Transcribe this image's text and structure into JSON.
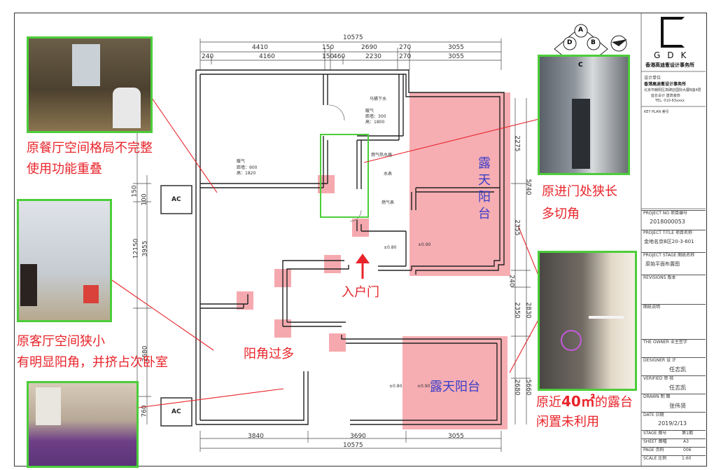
{
  "annotations": {
    "dining": [
      "原餐厅空间格局不完整",
      "使用功能重叠"
    ],
    "living": [
      "原客厅空间狭小",
      "有明显阳角，并挤占次卧室"
    ],
    "entry_narrow": [
      "原进门处狭长",
      "多切角"
    ],
    "balcony_idle_prefix": "原近",
    "balcony_idle_number": "40㎡",
    "balcony_idle_suffix": "的露台",
    "balcony_idle_line2": "闲置未利用",
    "corners": "阳角过多",
    "entrance": "入户门"
  },
  "balconies": {
    "top": "露天阳台",
    "bottom": "露天阳台"
  },
  "plan": {
    "ac_labels": [
      "AC",
      "AC"
    ],
    "top_dims_row1": [
      "10575"
    ],
    "top_dims_row2": [
      "4410",
      "150",
      "2690",
      "270",
      "3055"
    ],
    "top_dims_row3": [
      "240",
      "4160",
      "150",
      "460",
      "2230",
      "270",
      "3055"
    ],
    "bottom_dims_row1": [
      "3840",
      "3690",
      "3055"
    ],
    "bottom_dims_row2": [
      "10575"
    ],
    "left_dims": [
      "150",
      "100",
      "3955",
      "12150",
      "2680",
      "760"
    ],
    "right_dims": [
      "2275",
      "5740",
      "2355",
      "240",
      "2350",
      "2830",
      "2680",
      "5660"
    ],
    "room_labels": {
      "toilet": "马桶下水",
      "gas_meter": "燃气热水器",
      "water_meter": "水表",
      "gas": "燃气表",
      "heating1_a": "暖气",
      "heating1_b": "距墙：300",
      "heating1_c": "高：1800",
      "heating2_a": "暖气",
      "heating2_b": "距墙：900",
      "heating2_c": "高：1820",
      "level_a": "±0.80",
      "level_b": "±0.90",
      "level_c": "±0.80",
      "level_d": "±0.90"
    }
  },
  "title_block": {
    "logo": "GDK",
    "firm": "香港高迪愙设计事务所",
    "design_unit_label": "设计单位",
    "design_unit": "香港高迪愙设计事务所",
    "address": "北京市朝阳区高碑店国际大厦B座4层",
    "web": "延长设计  建筑装饰",
    "phone": "TEL: 010-63xxxx",
    "key_plan": "KEY PLAN 索引",
    "project_no_label": "PROJECT NO 项目编号",
    "project_no": "2018000053",
    "project_title_label": "PROJECT TITLE 项目名称",
    "project_title": "金地名京B区20-3-601",
    "project_stage_label": "PROJECT STAGE 图纸名称",
    "project_stage": "原始平面布置图",
    "revisions_label": "REVISIONS 版本",
    "notes_label": "图纸说明",
    "owner_label": "THE OWNER 业主签字",
    "designer_label": "DESIGNER 设  计",
    "designer": "任志凯",
    "verified_label": "VERIFIED 审  核",
    "verified": "任志凯",
    "drawn_label": "DRAWN 制  图",
    "drawn": "张伟贤",
    "date_label": "DATE 日期",
    "date": "2019/2/13",
    "stage_label": "STAGE 图号",
    "stage": "第1期",
    "sheet_label": "SHEET 图幅",
    "sheet": "A3",
    "page_label": "PAGE 页码",
    "page": "006",
    "scale_label": "SCALE 比例",
    "scale": "1:60"
  },
  "compass": [
    "A",
    "B",
    "C",
    "D"
  ],
  "colors": {
    "annotation_red": "#e8242a",
    "highlight_pink": "#f4a0a6",
    "photo_border": "#4ccd3a",
    "balcony_blue": "#3a3dc8"
  }
}
